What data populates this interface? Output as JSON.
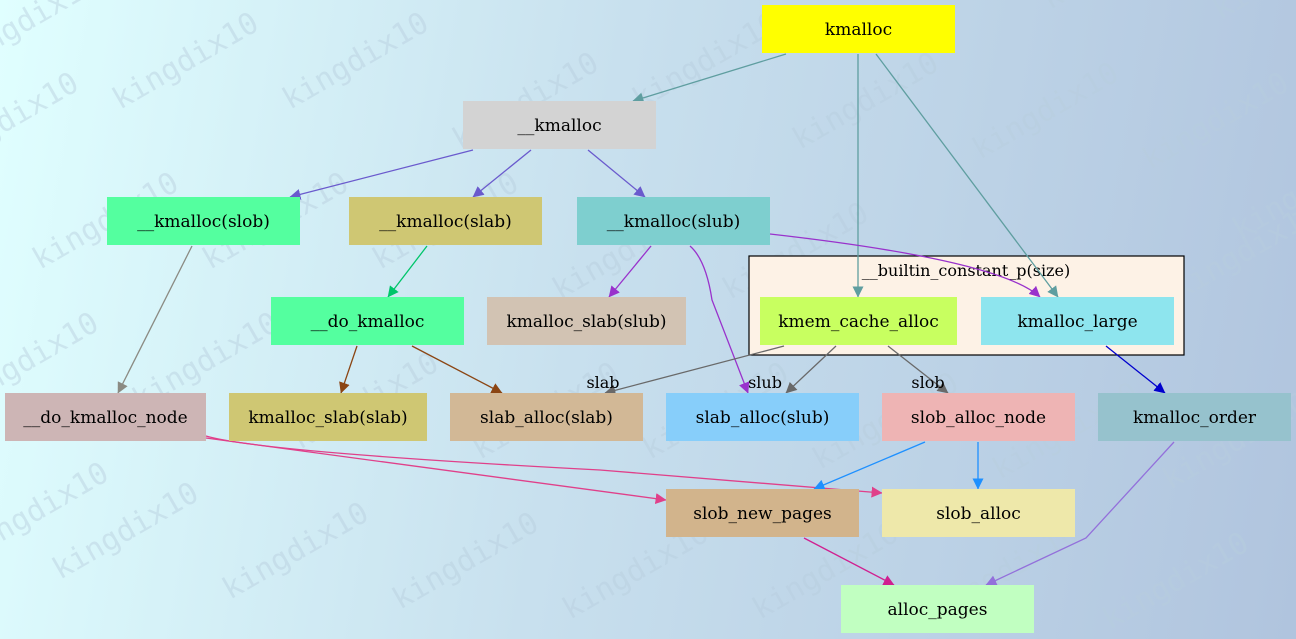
{
  "watermark": "kingdix10",
  "cluster": {
    "label": "__builtin_constant_p(size)",
    "fill": "#fdf2e6"
  },
  "nodes": {
    "kmalloc": {
      "label": "kmalloc",
      "color": "#ffff00"
    },
    "__kmalloc": {
      "label": "__kmalloc",
      "color": "#d3d3d3"
    },
    "kmalloc_slob": {
      "label": "__kmalloc(slob)",
      "color": "#54ff9f"
    },
    "kmalloc_slab": {
      "label": "__kmalloc(slab)",
      "color": "#cfc773"
    },
    "kmalloc_slub": {
      "label": "__kmalloc(slub)",
      "color": "#7ecfcf"
    },
    "kmem_cache_alloc": {
      "label": "kmem_cache_alloc",
      "color": "#c8ff60"
    },
    "kmalloc_large": {
      "label": "kmalloc_large",
      "color": "#8ee5ee"
    },
    "do_kmalloc": {
      "label": "__do_kmalloc",
      "color": "#54ff9f"
    },
    "kmalloc_slab_slub": {
      "label": "kmalloc_slab(slub)",
      "color": "#d2c3b3"
    },
    "do_kmalloc_node": {
      "label": "__do_kmalloc_node",
      "color": "#cdb5b5"
    },
    "kmalloc_slab_slab": {
      "label": "kmalloc_slab(slab)",
      "color": "#cfc773"
    },
    "slab_alloc_slab": {
      "label": "slab_alloc(slab)",
      "color": "#d2b896"
    },
    "slab_alloc_slub": {
      "label": "slab_alloc(slub)",
      "color": "#87cefa"
    },
    "slob_alloc_node": {
      "label": "slob_alloc_node",
      "color": "#eeb4b4"
    },
    "kmalloc_order": {
      "label": "kmalloc_order",
      "color": "#96c2cd"
    },
    "slob_new_pages": {
      "label": "slob_new_pages",
      "color": "#d2b48c"
    },
    "slob_alloc": {
      "label": "slob_alloc",
      "color": "#eee8aa"
    },
    "alloc_pages": {
      "label": "alloc_pages",
      "color": "#c1ffc1"
    }
  },
  "edges": [
    {
      "from": "kmalloc",
      "to": "__kmalloc",
      "color": "#5f9ea0"
    },
    {
      "from": "kmalloc",
      "to": "kmem_cache_alloc",
      "color": "#5f9ea0"
    },
    {
      "from": "kmalloc",
      "to": "kmalloc_large",
      "color": "#5f9ea0"
    },
    {
      "from": "__kmalloc",
      "to": "kmalloc_slob",
      "color": "#6a5acd"
    },
    {
      "from": "__kmalloc",
      "to": "kmalloc_slab",
      "color": "#6a5acd"
    },
    {
      "from": "__kmalloc",
      "to": "kmalloc_slub",
      "color": "#6a5acd"
    },
    {
      "from": "kmalloc_slab",
      "to": "do_kmalloc",
      "color": "#00c56a"
    },
    {
      "from": "kmalloc_slob",
      "to": "do_kmalloc_node",
      "color": "#8b8b83"
    },
    {
      "from": "kmalloc_slub",
      "to": "kmalloc_slab_slub",
      "color": "#9932cc"
    },
    {
      "from": "kmalloc_slub",
      "to": "slab_alloc_slub",
      "color": "#9932cc"
    },
    {
      "from": "kmalloc_slub",
      "to": "kmalloc_large",
      "color": "#9932cc"
    },
    {
      "from": "do_kmalloc",
      "to": "kmalloc_slab_slab",
      "color": "#8b4513"
    },
    {
      "from": "do_kmalloc",
      "to": "slab_alloc_slab",
      "color": "#8b4513"
    },
    {
      "from": "kmem_cache_alloc",
      "to": "slab_alloc_slab",
      "color": "#696969",
      "label": "slab"
    },
    {
      "from": "kmem_cache_alloc",
      "to": "slab_alloc_slub",
      "color": "#696969",
      "label": "slub"
    },
    {
      "from": "kmem_cache_alloc",
      "to": "slob_alloc_node",
      "color": "#696969",
      "label": "slob"
    },
    {
      "from": "kmalloc_large",
      "to": "kmalloc_order",
      "color": "#0000cd"
    },
    {
      "from": "do_kmalloc_node",
      "to": "slob_new_pages",
      "color": "#e0408a"
    },
    {
      "from": "do_kmalloc_node",
      "to": "slob_alloc",
      "color": "#e0408a"
    },
    {
      "from": "slob_alloc_node",
      "to": "slob_new_pages",
      "color": "#1e90ff"
    },
    {
      "from": "slob_alloc_node",
      "to": "slob_alloc",
      "color": "#1e90ff"
    },
    {
      "from": "slob_new_pages",
      "to": "alloc_pages",
      "color": "#d02090"
    },
    {
      "from": "kmalloc_order",
      "to": "alloc_pages",
      "color": "#9370db"
    }
  ]
}
